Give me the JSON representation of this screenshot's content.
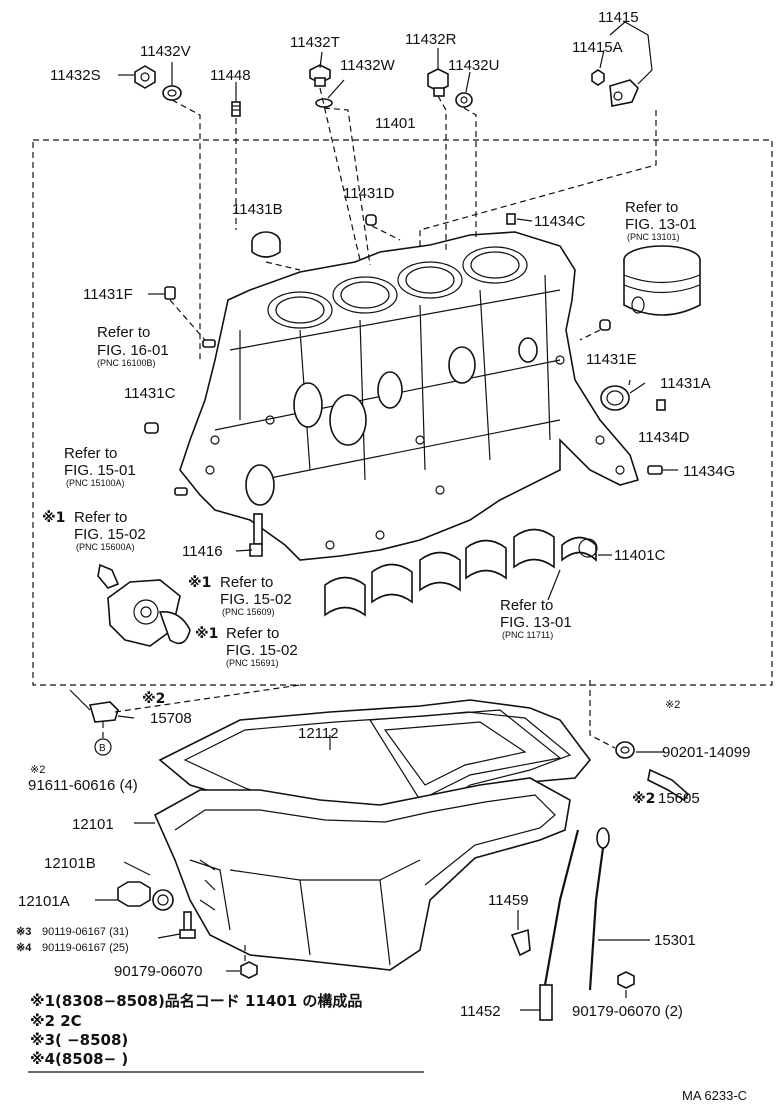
{
  "labels": {
    "p11415": "11415",
    "p11415A": "11415A",
    "p11432V": "11432V",
    "p11432T": "11432T",
    "p11432R": "11432R",
    "p11432S": "11432S",
    "p11448": "11448",
    "p11432W": "11432W",
    "p11432U": "11432U",
    "p11401": "11401",
    "p11431D": "11431D",
    "p11434C": "11434C",
    "p11431B": "11431B",
    "p11431F": "11431F",
    "p11431E": "11431E",
    "p11431A": "11431A",
    "p11434D": "11434D",
    "p11431C": "11431C",
    "p11434G": "11434G",
    "p11416": "11416",
    "p11401C": "11401C",
    "p15708": "15708",
    "p12112": "12112",
    "p90201": "90201-14099",
    "p91611": "91611-60616 (4)",
    "p15605": "15605",
    "p12101": "12101",
    "p12101B": "12101B",
    "p12101A": "12101A",
    "p11459": "11459",
    "p15301": "15301",
    "p90119a": "90119-06167 (31)",
    "p90119b": "90119-06167 (25)",
    "p90179a": "90179-06070",
    "p11452": "11452",
    "p90179b": "90179-06070 (2)"
  },
  "refs": {
    "r1301_refer": "Refer to",
    "r1301_fig": "FIG. 13-01",
    "r1301_pnc": "(PNC 13101)",
    "r1601_refer": "Refer to",
    "r1601_fig": "FIG. 16-01",
    "r1601_pnc": "(PNC 16100B)",
    "r1501_refer": "Refer to",
    "r1501_fig": "FIG. 15-01",
    "r1501_pnc": "(PNC 15100A)",
    "r1502a_refer": "Refer to",
    "r1502a_fig": "FIG. 15-02",
    "r1502a_pnc": "(PNC 15600A)",
    "r1502b_refer": "Refer to",
    "r1502b_fig": "FIG. 15-02",
    "r1502b_pnc": "(PNC 15609)",
    "r1502c_refer": "Refer to",
    "r1502c_fig": "FIG. 15-02",
    "r1502c_pnc": "(PNC 15691)",
    "r1301b_refer": "Refer to",
    "r1301b_fig": "FIG. 13-01",
    "r1301b_pnc": "(PNC 11711)"
  },
  "marks": {
    "m1": "※1",
    "m2": "※2",
    "m2small": "※2",
    "m3": "※3",
    "m4": "※4",
    "circleB": "B"
  },
  "notes": {
    "n1": "※1(8308−8508)品名コード  11401  の構成品",
    "n2": "※2 2C",
    "n3": "※3(        −8508)",
    "n4": "※4(8508−         )"
  },
  "code": "MA  6233-C"
}
